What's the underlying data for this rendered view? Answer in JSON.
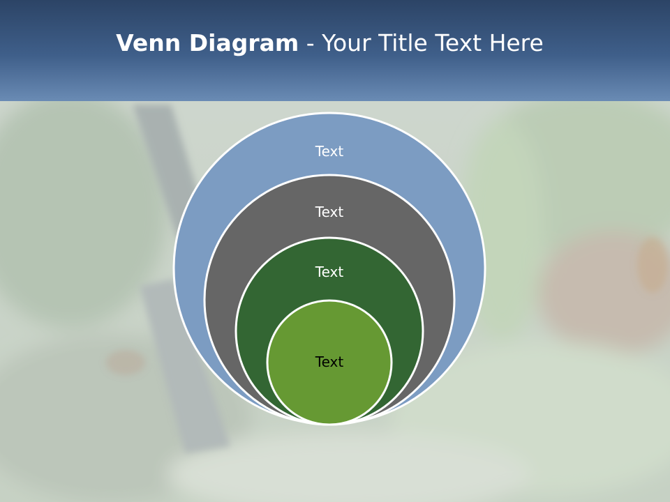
{
  "title": {
    "bold": "Venn Diagram",
    "rest": " - Your Title Text Here"
  },
  "colors": {
    "header_top": "#2c4466",
    "header_bottom": "#6a8bb4",
    "circle_outer": "#7c9cc2",
    "circle_second": "#666666",
    "circle_third": "#336633",
    "circle_inner": "#669933",
    "circle_border": "#ffffff"
  },
  "circles": [
    {
      "label": "Text",
      "color": "#7c9cc2",
      "text_color": "#ffffff"
    },
    {
      "label": "Text",
      "color": "#666666",
      "text_color": "#ffffff"
    },
    {
      "label": "Text",
      "color": "#336633",
      "text_color": "#ffffff"
    },
    {
      "label": "Text",
      "color": "#669933",
      "text_color": "#000000"
    }
  ]
}
